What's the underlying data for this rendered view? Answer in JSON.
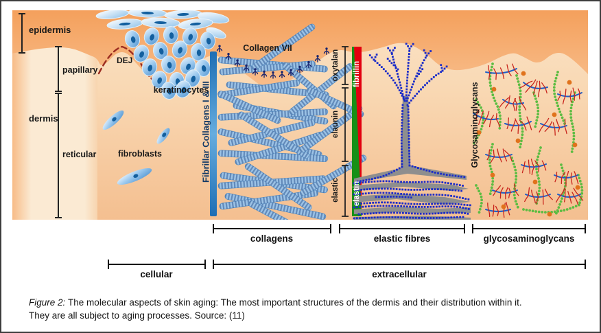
{
  "figure_type": "skin-aging-dermis-diagram",
  "skin_layers": {
    "epidermis": "epidermis",
    "papillary": "papillary",
    "dermis": "dermis",
    "reticular": "reticular"
  },
  "cellular_components": {
    "dej": "DEJ",
    "keratinocytes": "keratinocytes",
    "fibroblasts": "fibroblasts"
  },
  "collagen_section": {
    "fibrillar_bar": "Fibrillar Collagens I & III",
    "collagen_vii": "Collagen VII"
  },
  "elastic_section": {
    "zones": {
      "oxytalan": "oxytalan",
      "elaunin": "elaunin",
      "elastic": "elastic"
    },
    "bars": {
      "fibrillin": "fibrillin",
      "elastin": "elastin"
    }
  },
  "gag_section": {
    "label": "Glycosaminoglycans"
  },
  "category_brackets": {
    "collagens": "collagens",
    "elastic_fibres": "elastic fibres",
    "glycosaminoglycans": "glycosaminoglycans",
    "cellular": "cellular",
    "extracellular": "extracellular"
  },
  "caption": {
    "prefix": "Figure 2:",
    "line1": "The molecular aspects of skin aging: The most important structures of the dermis and their distribution within it.",
    "line2": "They are all subject to aging processes. Source: (11)"
  },
  "colors": {
    "epidermis_orange": "#F4A05C",
    "epidermis_orange_light": "#F8BE8C",
    "papillary_cream": "#FBEAD3",
    "left_strip_orange": "#F7BB86",
    "body_peach_top": "#FAE4C8",
    "body_peach_mid": "#F9D8B3",
    "body_peach_bottom": "#F4BF90",
    "cell_blue": "#4E92CF",
    "cell_blue_light": "#F2F9FF",
    "nucleus_blue": "#135F9E",
    "collagen_fiber_light": "#9CC3E6",
    "collagen_fiber_dark": "#4878B0",
    "collagen_bar_blue": "#1D6EB4",
    "collagen_bar_blue_light": "#66ACDE",
    "fibrillar_text_navy": "#143A66",
    "dej_red": "#9B2B20",
    "anchor_navy": "#18246E",
    "fibrillin_red": "#E2000F",
    "elastin_green": "#169016",
    "elastic_gray": "#8E8E8E",
    "microfibril_blue": "#1B2CC8",
    "gag_green": "#5CBC42",
    "gag_core_blue": "#1E5EC8",
    "gag_bristle_red": "#C8241C",
    "gag_protein_orange": "#E0721C",
    "bracket_black": "#111111"
  }
}
